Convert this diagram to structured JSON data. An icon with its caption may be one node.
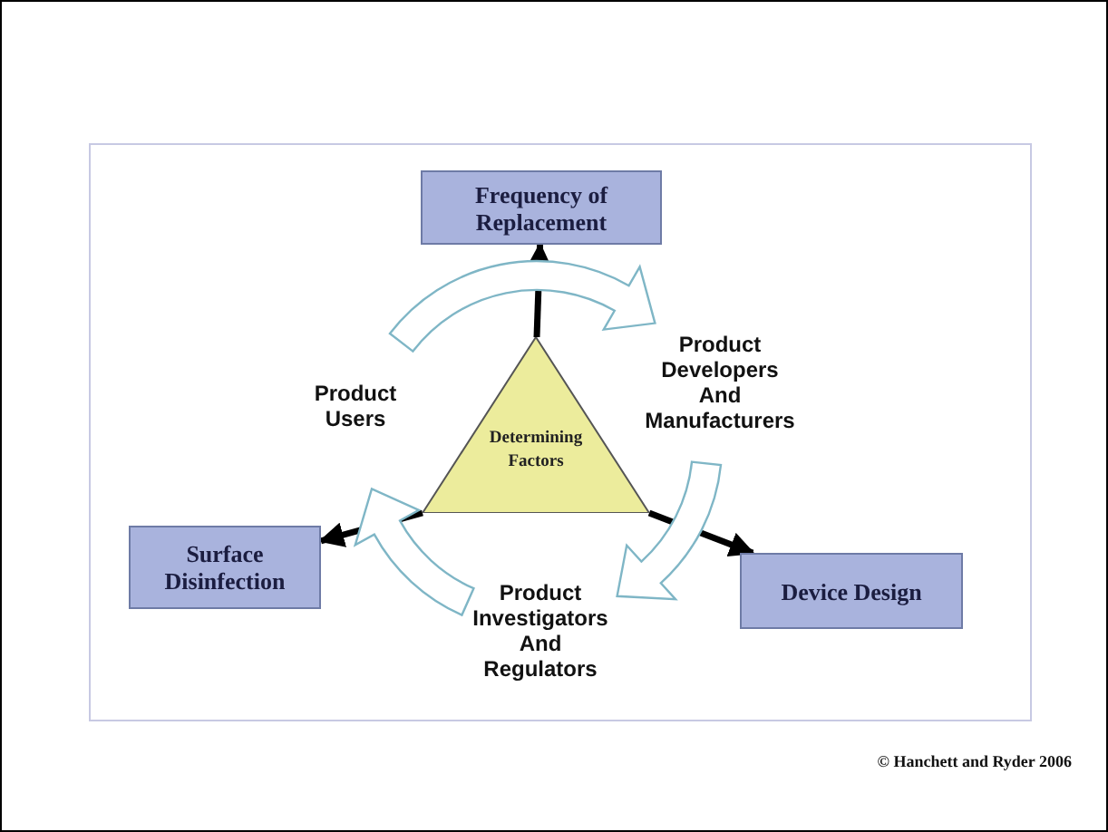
{
  "diagram": {
    "nodes": [
      {
        "text": [
          "Frequency of Replacement"
        ]
      },
      {
        "text": [
          "Surface Disinfection"
        ]
      },
      {
        "text": [
          "Device Design"
        ]
      },
      {
        "text": [
          "Determining Factors"
        ]
      },
      {
        "text": [
          "Product Users"
        ]
      },
      {
        "text": [
          "Product Developers And Manufacturers"
        ]
      },
      {
        "text": [
          "Product Investigators And Regulators"
        ]
      }
    ],
    "edges": [
      {
        "from": 3,
        "to": 0,
        "arrow": "to"
      },
      {
        "from": 3,
        "to": 1,
        "arrow": "to"
      },
      {
        "from": 3,
        "to": 2,
        "arrow": "to"
      },
      {
        "from": 4,
        "to": 5,
        "arrow": "to",
        "style": "thick",
        "color": "#7fb6c6"
      },
      {
        "from": 5,
        "to": 6,
        "arrow": "to",
        "style": "thick",
        "color": "#7fb6c6"
      },
      {
        "from": 6,
        "to": 4,
        "arrow": "to",
        "style": "thick",
        "color": "#7fb6c6"
      }
    ],
    "labels": [
      "© Hanchett and Ryder 2006"
    ]
  }
}
